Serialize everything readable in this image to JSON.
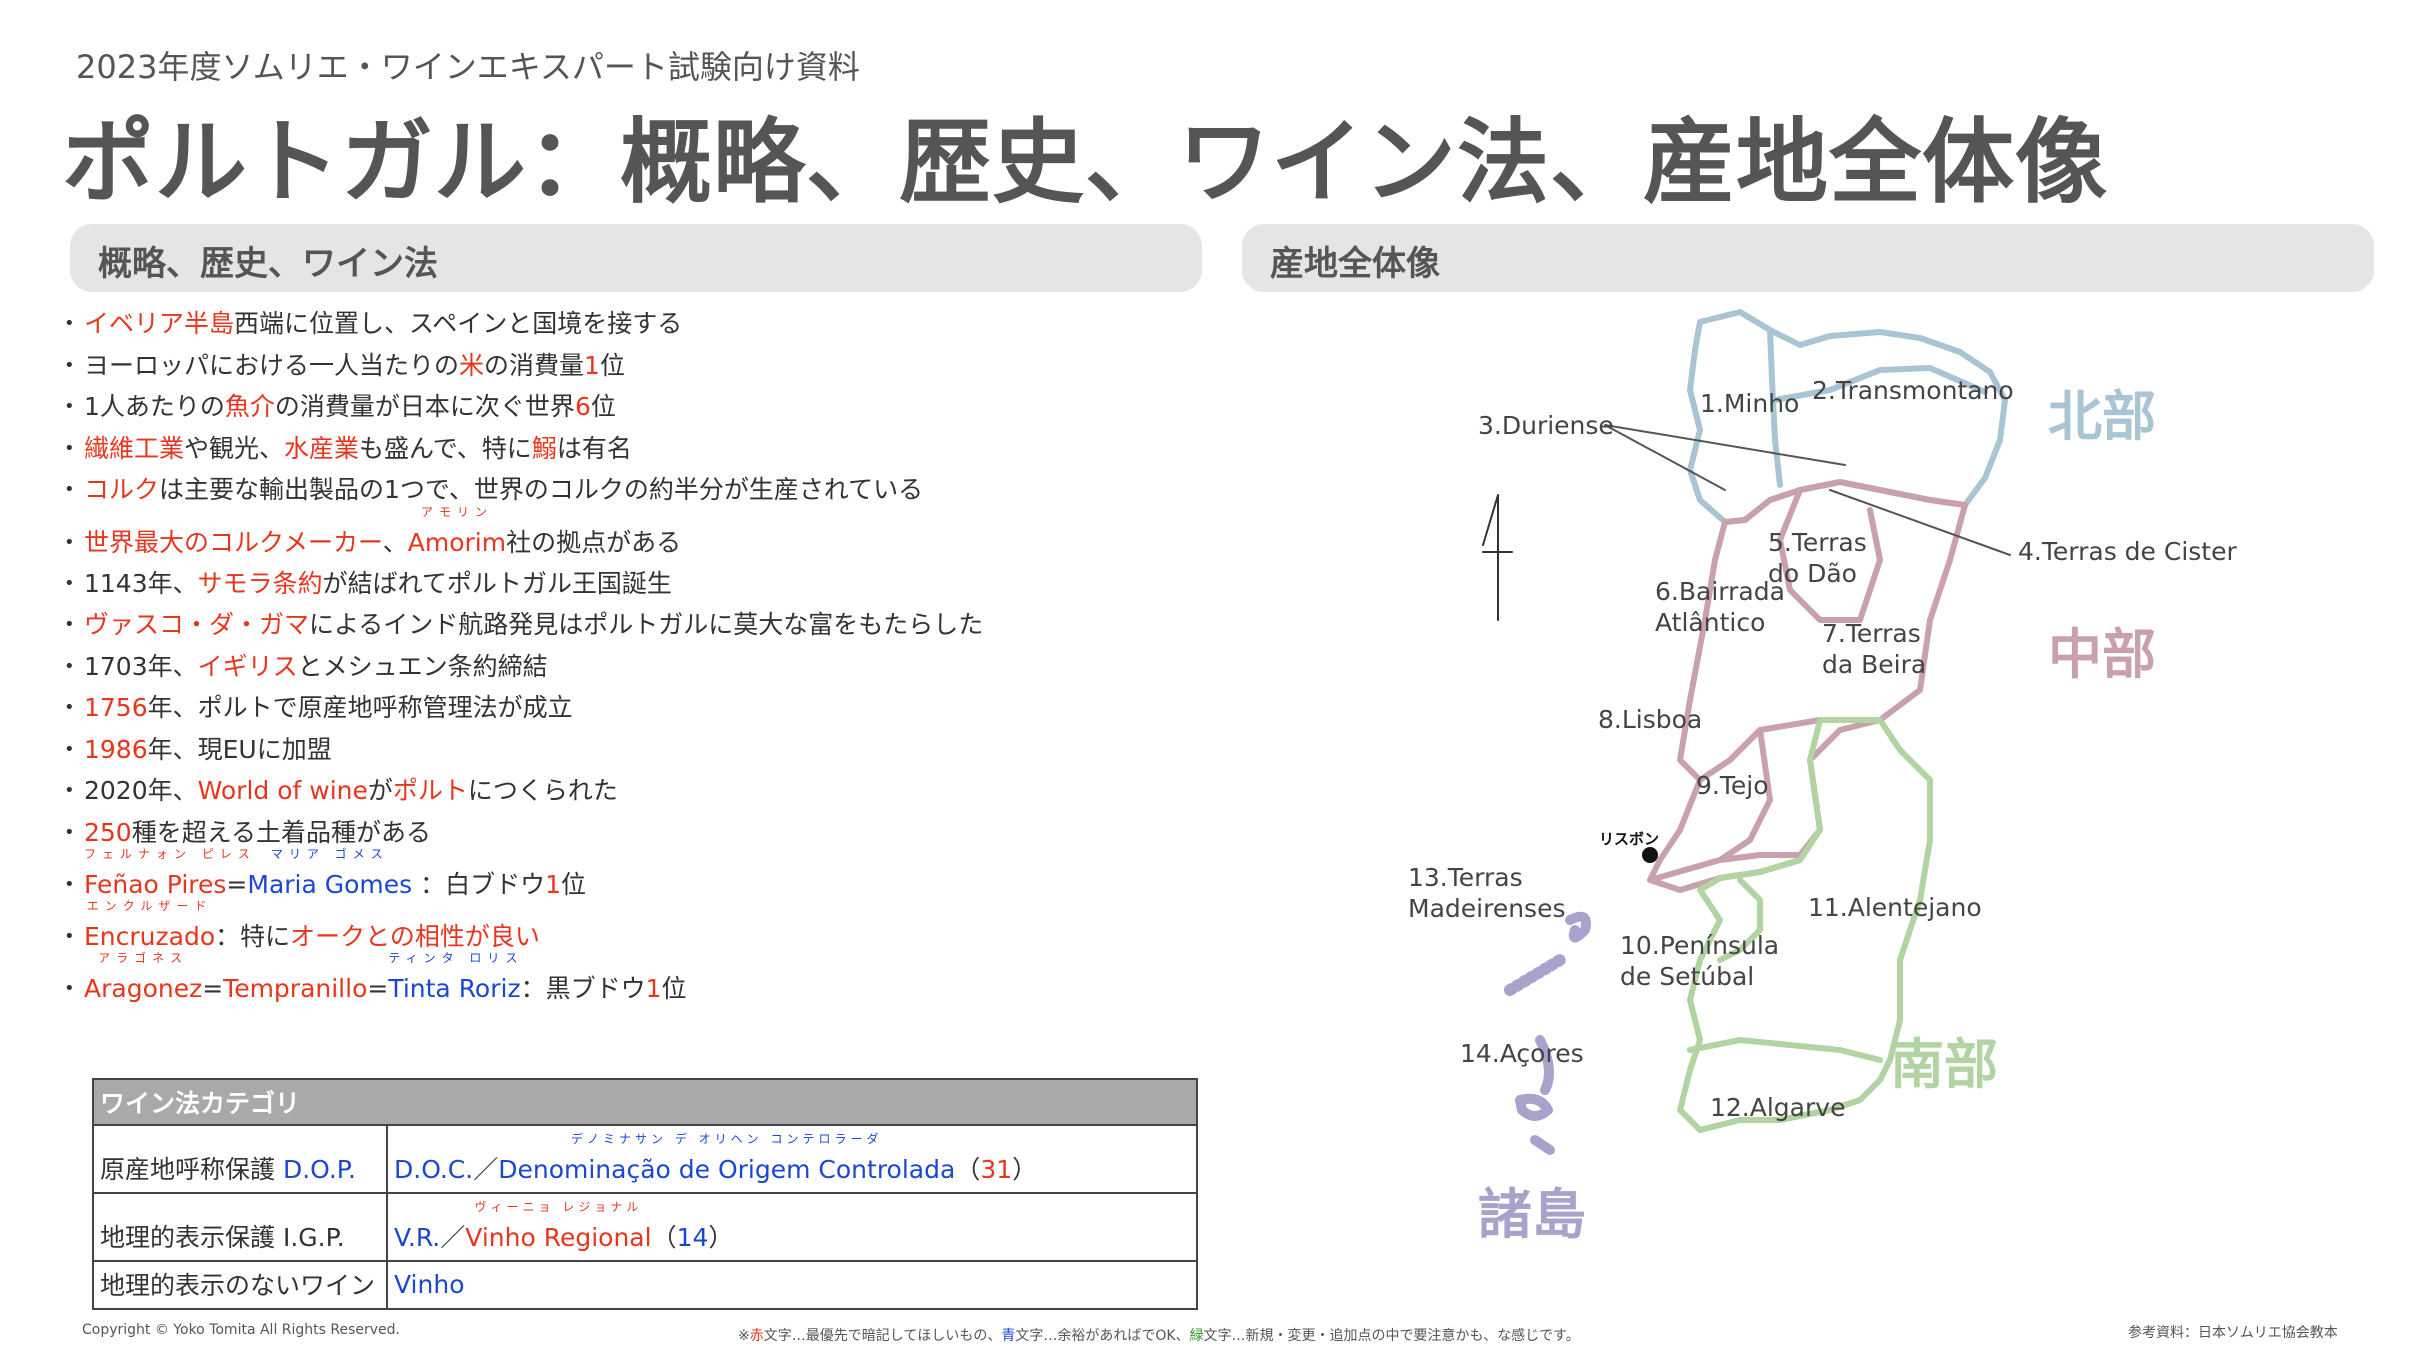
{
  "header": {
    "subtitle": "2023年度ソムリエ・ワインエキスパート試験向け資料",
    "title": "ポルトガル：概略、歴史、ワイン法、産地全体像"
  },
  "left_section": {
    "heading": "概略、歴史、ワイン法"
  },
  "right_section": {
    "heading": "産地全体像"
  },
  "facts": [
    {
      "p0": "イベリア半島",
      "p1": "西端に位置し、スペインと国境を接する"
    },
    {
      "p0": "ヨーロッパにおける一人当たりの",
      "p1": "米",
      "p2": "の消費量",
      "p3": "1",
      "p4": "位"
    },
    {
      "p0": "1人あたりの",
      "p1": "魚介",
      "p2": "の消費量が日本に次ぐ世界",
      "p3": "6",
      "p4": "位"
    },
    {
      "p0": "繊維工業",
      "p1": "や観光、",
      "p2": "水産業",
      "p3": "も盛んで、特に",
      "p4": "鰯",
      "p5": "は有名"
    },
    {
      "p0": "コルク",
      "p1": "は主要な輸出製品の1つで、世界のコルクの約半分が生産されている"
    },
    {
      "p0": "世界最大のコルクメーカー",
      "p1": "、",
      "p2": "Amorim",
      "ruby": "アモリン",
      "p3": "社の拠点がある"
    },
    {
      "p0": "1143年、",
      "p1": "サモラ条約",
      "p2": "が結ばれてポルトガル王国誕生"
    },
    {
      "p0": "ヴァスコ・ダ・ガマ",
      "p1": "によるインド航路発見はポルトガルに莫大な富をもたらした"
    },
    {
      "p0": "1703年、",
      "p1": "イギリス",
      "p2": "とメシュエン条約締結"
    },
    {
      "p0": "1756",
      "p1": "年、ポルトで原産地呼称管理法が成立"
    },
    {
      "p0": "1986",
      "p1": "年、現EUに加盟"
    },
    {
      "p0": "2020年、",
      "p1": "World of wine",
      "p2": "が",
      "p3": "ポルト",
      "p4": "につくられた"
    },
    {
      "p0": "250",
      "p1": "種を超える土着品種がある"
    },
    {
      "p0": "Feñao Pires",
      "r0": "フェルナォン ピレス",
      "p1": "=",
      "p2": "Maria Gomes",
      "r2": "マリア ゴメス",
      "p3": " ：白ブドウ",
      "p4": "1",
      "p5": "位"
    },
    {
      "p0": "Encruzado",
      "r0": "エンクルザード",
      "p1": "：特に",
      "p2": "オークとの相性が良い"
    },
    {
      "p0": "Aragonez",
      "r0": "アラゴネス",
      "p1": "=",
      "p2": "Tempranillo",
      "p3": "=",
      "p4": "Tinta Roriz",
      "r4": "ティンタ ロリス",
      "p5": "：黒ブドウ",
      "p6": "1",
      "p7": "位"
    }
  ],
  "law_table": {
    "header": "ワイン法カテゴリ",
    "rows": [
      {
        "c1a": "原産地呼称保護 ",
        "c1b": "D.O.P.",
        "c2a": "D.O.C.",
        "c2b": "／",
        "c2c": "Denominação de Origem Controlada",
        "ruby": "デノミナサン デ オリヘン コンテロラーダ",
        "c2d": "（",
        "c2e": "31",
        "c2f": "）"
      },
      {
        "c1a": "地理的表示保護 I.G.P.",
        "c2a": "V.R.",
        "c2b": "／",
        "c2c": "Vinho Regional",
        "ruby": "ヴィーニョ レジョナル",
        "c2d": "（",
        "c2e": "14",
        "c2f": "）"
      },
      {
        "c1a": "地理的表示のないワイン",
        "c2a": "Vinho"
      }
    ]
  },
  "map": {
    "labels": {
      "minho": "1.Minho",
      "transmontano": "2.Transmontano",
      "duriense": "3.Duriense",
      "cister": "4.Terras de Cister",
      "dao_1": "5.Terras",
      "dao_2": "do Dão",
      "bairrada_1": "6.Bairrada",
      "bairrada_2": "Atlântico",
      "beira_1": "7.Terras",
      "beira_2": "da Beira",
      "lisboa": "8.Lisboa",
      "tejo": "9.Tejo",
      "setubal_1": "10.Península",
      "setubal_2": "de Setúbal",
      "alentejano": "11.Alentejano",
      "algarve": "12.Algarve",
      "madeira_1": "13.Terras",
      "madeira_2": "Madeirenses",
      "acores": "14.Açores",
      "lisbon_city": "リスボン"
    },
    "regions": {
      "north": "北部",
      "central": "中部",
      "south": "南部",
      "islands": "諸島"
    },
    "colors": {
      "north": "#a9c4d3",
      "central": "#c9a1ac",
      "south": "#b2d3a2",
      "islands": "#a9a3cb"
    }
  },
  "footer": {
    "copyright": "Copyright © Yoko Tomita All Rights Reserved.",
    "n0": "※",
    "n1": "赤",
    "n2": "文字…最優先で暗記してほしいもの、",
    "n3": "青",
    "n4": "文字…余裕があればでOK、",
    "n5": "緑",
    "n6": "文字…新規・変更・追加点の中で要注意かも、な感じです。",
    "reference": "参考資料：日本ソムリエ協会教本"
  }
}
